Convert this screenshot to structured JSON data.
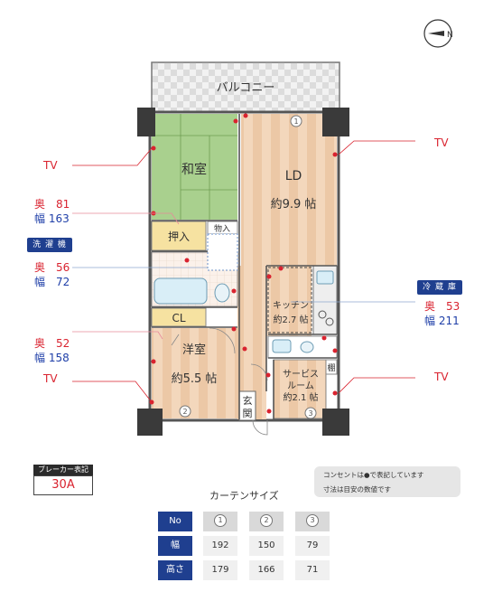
{
  "compass": {
    "label": "N"
  },
  "rooms": {
    "balcony": "バルコニー",
    "washitsu": "和室",
    "ld": "LD",
    "ld_size": "約9.9 帖",
    "oshiire": "押入",
    "monoire": "物入",
    "kitchen": "キッチン",
    "kitchen_size": "約2.7 帖",
    "cl": "CL",
    "yoshitsu": "洋室",
    "yoshitsu_size": "約5.5 帖",
    "service_room_1": "サービス",
    "service_room_2": "ルーム",
    "service_room_size": "約2.1 帖",
    "tana": "棚",
    "genkan_1": "玄",
    "genkan_2": "関"
  },
  "window_markers": [
    "1",
    "2",
    "3"
  ],
  "annotations": {
    "tv_left_top": "TV",
    "tv_right_top": "TV",
    "tv_left_bottom": "TV",
    "tv_right_bottom": "TV",
    "oshiire_depth": "奥　81",
    "oshiire_width": "幅 163",
    "washer_label": "洗 濯 機",
    "washer_depth": "奥　56",
    "washer_width": "幅　72",
    "fridge_label": "冷 蔵 庫",
    "fridge_depth": "奥　53",
    "fridge_width": "幅 211",
    "cl_depth": "奥　52",
    "cl_width": "幅 158"
  },
  "breaker": {
    "title": "ブレーカー表記",
    "value": "30A"
  },
  "note": {
    "line1": "コンセントは●で表記しています",
    "line2": "寸法は目安の数値です"
  },
  "curtain": {
    "title": "カーテンサイズ",
    "header": [
      "No",
      "1",
      "2",
      "3"
    ],
    "rows": [
      {
        "label": "幅",
        "values": [
          "192",
          "150",
          "79"
        ]
      },
      {
        "label": "高さ",
        "values": [
          "179",
          "166",
          "71"
        ]
      }
    ]
  },
  "colors": {
    "tatami": "#a9d08e",
    "wood": "#f3d7bc",
    "wood_stripe": "#e9c29f",
    "oshiire": "#f6e2a1",
    "column": "#3a3a3a",
    "outlet": "#d9232f",
    "tag_blue": "#1f3f8f"
  }
}
